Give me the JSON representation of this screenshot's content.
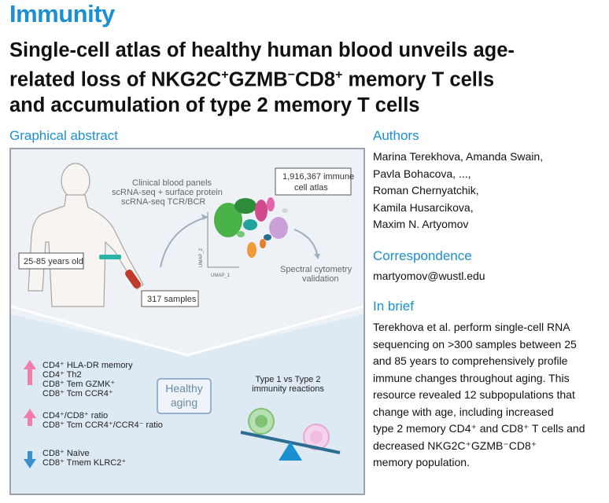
{
  "journal": "Immunity",
  "title": {
    "line1": "Single-cell atlas of healthy human blood unveils age-",
    "line2_a": "related loss of NKG2C",
    "line2_sup1": "+",
    "line2_b": "GZMB",
    "line2_sup2": "−",
    "line2_c": "CD8",
    "line2_sup3": "+",
    "line2_d": " memory T cells",
    "line3": "and accumulation of type 2 memory T cells"
  },
  "graphical_abstract": {
    "heading": "Graphical abstract",
    "age_label": "25-85 years old",
    "samples_label": "317 samples",
    "panels_line1": "Clinical blood panels",
    "panels_line2": "scRNA-seq + surface protein",
    "panels_line3": "scRNA-seq TCR/BCR",
    "atlas_line1": "1,916,367 immune",
    "atlas_line2": "cell atlas",
    "umap_x": "UMAP_1",
    "umap_y": "UMAP_2",
    "spectral_line1": "Spectral cytometry",
    "spectral_line2": "validation",
    "healthy_line1": "Healthy",
    "healthy_line2": "aging",
    "type_line1": "Type 1 vs Type 2",
    "type_line2": "immunity reactions",
    "up_group1": [
      "CD4⁺ HLA-DR memory",
      "CD4⁺ Th2",
      "CD8⁺ Tem GZMK⁺",
      "CD8⁺ Tcm CCR4⁺"
    ],
    "up_group2": [
      "CD4⁺/CD8⁺ ratio",
      "CD8⁺ Tcm CCR4⁺/CCR4⁻ ratio"
    ],
    "down_group": [
      "CD8⁺ Naïve",
      "CD8⁺ Tmem KLRC2⁺"
    ],
    "colors": {
      "up_arrow": "#f07fa8",
      "down_arrow": "#3b8fd0",
      "accent": "#1a8fd1"
    }
  },
  "authors": {
    "heading": "Authors",
    "lines": [
      "Marina Terekhova, Amanda Swain,",
      "Pavla Bohacova, ...,",
      "Roman Chernyatchik,",
      "Kamila Husarcikova,",
      "Maxim N. Artyomov"
    ]
  },
  "correspondence": {
    "heading": "Correspondence",
    "email": "martyomov@wustl.edu"
  },
  "in_brief": {
    "heading": "In brief",
    "lines": [
      "Terekhova et al. perform single-cell RNA",
      "sequencing on >300 samples between 25",
      "and 85 years to comprehensively profile",
      "immune changes throughout aging. This",
      "resource revealed 12 subpopulations that",
      "change with age, including increased",
      "type 2 memory CD4⁺ and CD8⁺ T cells and",
      "decreased NKG2C⁺GZMB⁻CD8⁺",
      "memory population."
    ]
  }
}
